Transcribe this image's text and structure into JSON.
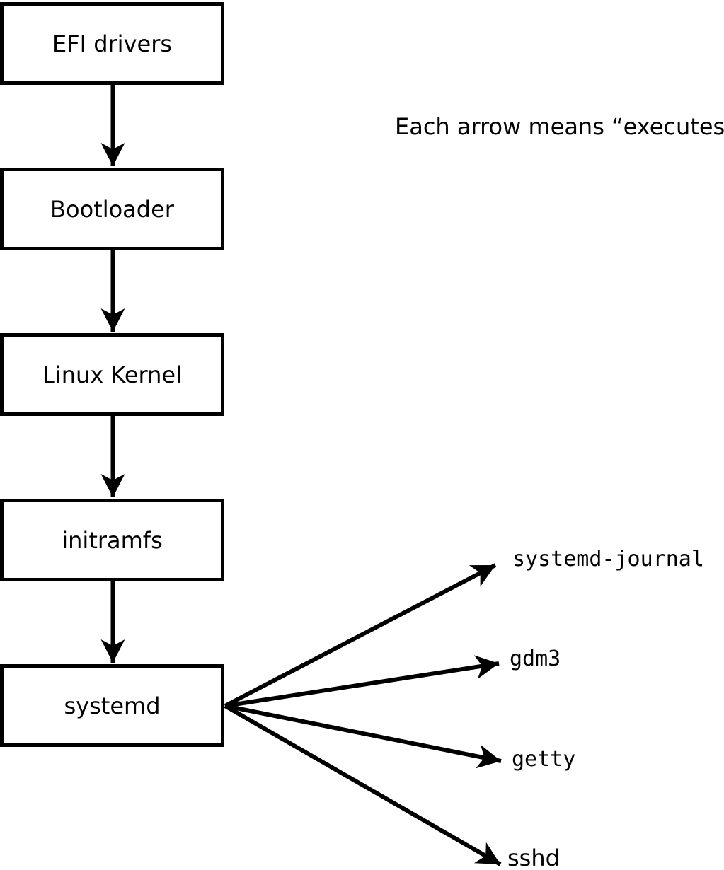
{
  "caption": "Each arrow means “executes”.",
  "colors": {
    "stroke": "#000000",
    "background": "#ffffff"
  },
  "boxes": [
    {
      "label": "EFI drivers"
    },
    {
      "label": "Bootloader"
    },
    {
      "label": "Linux Kernel"
    },
    {
      "label": "initramfs"
    },
    {
      "label": "systemd"
    }
  ],
  "targets": [
    {
      "label": "systemd-journal"
    },
    {
      "label": "gdm3"
    },
    {
      "label": "getty"
    },
    {
      "label": "sshd"
    }
  ]
}
